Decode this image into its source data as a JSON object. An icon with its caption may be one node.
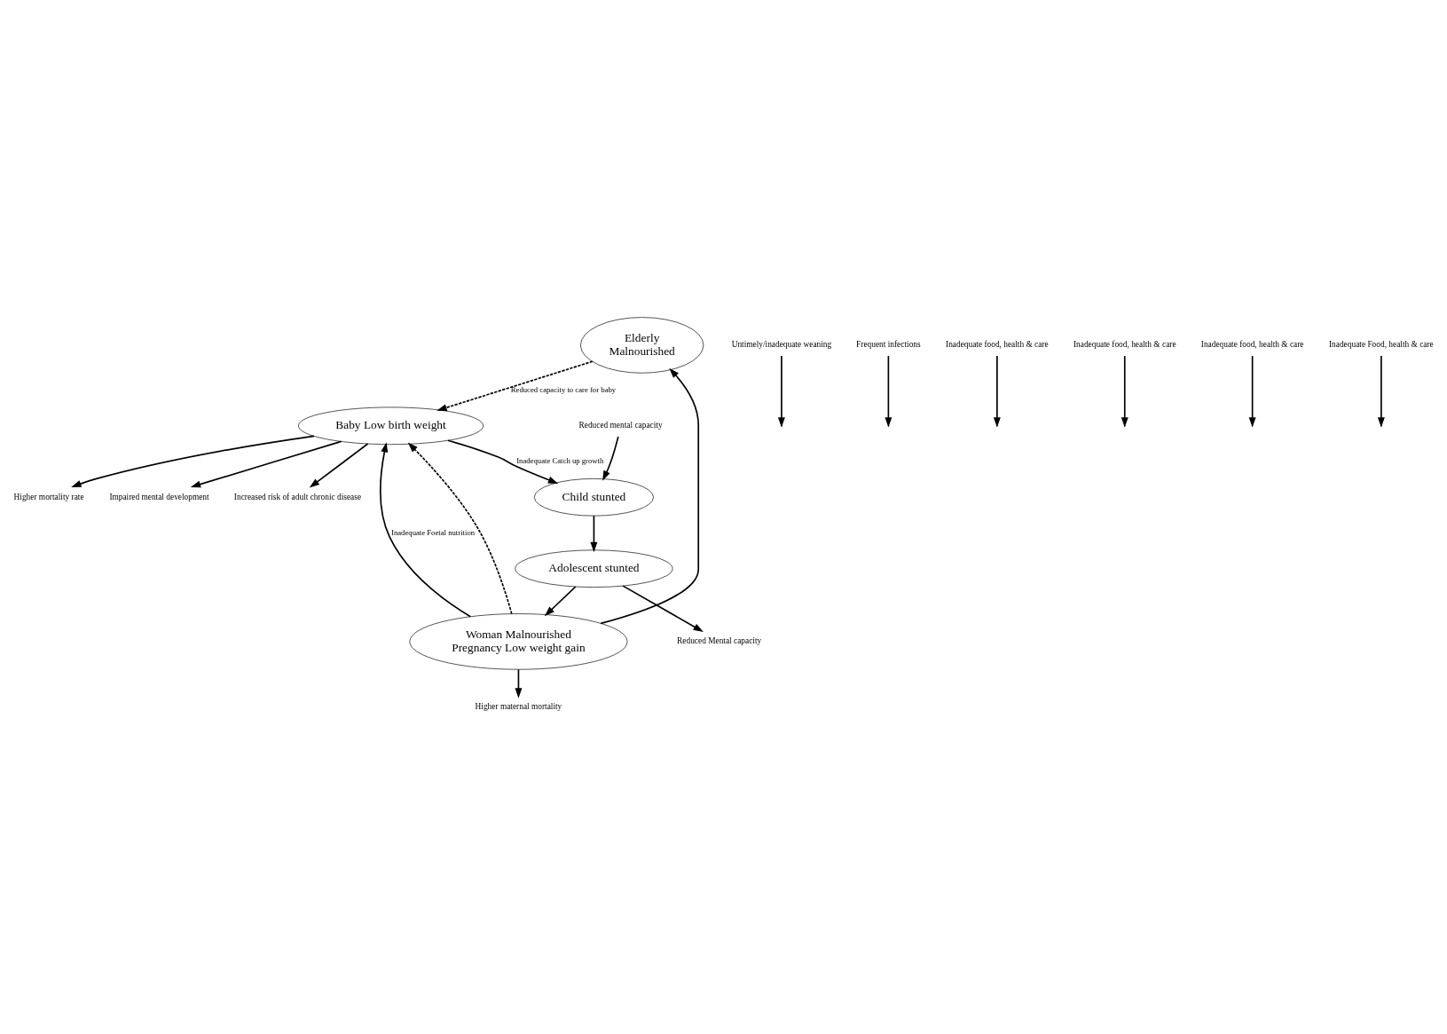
{
  "diagram": {
    "nodes": [
      {
        "text": [
          "Elderly",
          "Malnourished"
        ]
      },
      {
        "text": [
          "Baby Low birth weight"
        ]
      },
      {
        "text": [
          "Child stunted"
        ]
      },
      {
        "text": [
          "Adolescent stunted"
        ]
      },
      {
        "text": [
          "Woman Malnourished",
          "Pregnancy Low weight gain"
        ]
      },
      {
        "text": [
          "Higher mortality rate"
        ]
      },
      {
        "text": [
          "Impaired mental development"
        ]
      },
      {
        "text": [
          "Increased risk of adult chronic disease"
        ]
      },
      {
        "text": [
          "Untimely/inadequate weaning"
        ]
      },
      {
        "text": [
          "Frequent infections"
        ]
      },
      {
        "text": [
          "Inadequate food, health & care"
        ]
      },
      {
        "text": [
          "Reduced mental capacity"
        ]
      },
      {
        "text": [
          "Inadequate food, health & care"
        ]
      },
      {
        "text": [
          "Reduced Mental capacity"
        ]
      },
      {
        "text": [
          "Inadequate food, health & care"
        ]
      },
      {
        "text": [
          "Higher maternal mortality"
        ]
      },
      {
        "text": [
          "Inadequate Food, health & care"
        ]
      }
    ],
    "edges": [
      {
        "from": 1,
        "to": 5,
        "arrow": "to"
      },
      {
        "from": 1,
        "to": 6,
        "arrow": "to"
      },
      {
        "from": 1,
        "to": 7,
        "arrow": "to"
      },
      {
        "from": 1,
        "to": 2,
        "arrow": "to",
        "label": "Inadequate Catch up growth"
      },
      {
        "from": 8,
        "to": null,
        "arrow": "to"
      },
      {
        "from": 9,
        "to": null,
        "arrow": "to"
      },
      {
        "from": 10,
        "to": null,
        "arrow": "to"
      },
      {
        "from": 11,
        "to": 2,
        "arrow": "to"
      },
      {
        "from": 2,
        "to": 3,
        "arrow": "to"
      },
      {
        "from": 12,
        "to": null,
        "arrow": "to"
      },
      {
        "from": 3,
        "to": 13,
        "arrow": "to"
      },
      {
        "from": 3,
        "to": 4,
        "arrow": "to"
      },
      {
        "from": 14,
        "to": null,
        "arrow": "to"
      },
      {
        "from": 4,
        "to": 15,
        "arrow": "to"
      },
      {
        "from": 4,
        "to": 0,
        "arrow": "to"
      },
      {
        "from": 16,
        "to": null,
        "arrow": "to"
      },
      {
        "from": 4,
        "to": 1,
        "arrow": "to",
        "label": "Inadequate Foetal nutrition"
      },
      {
        "from": 0,
        "to": 1,
        "arrow": "to",
        "style": "dashed",
        "label": "Reduced capacity to care for baby"
      },
      {
        "from": 4,
        "to": 1,
        "arrow": "to",
        "style": "dashed"
      }
    ]
  }
}
